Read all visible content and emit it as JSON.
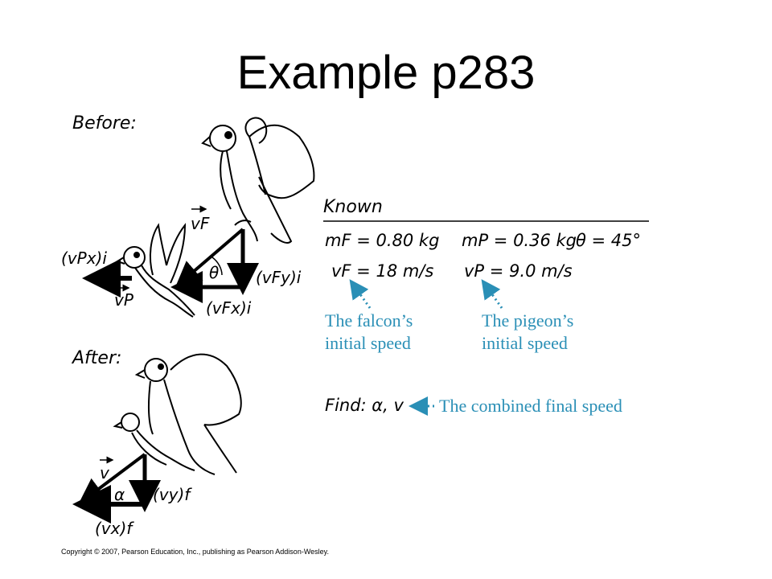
{
  "title": "Example p283",
  "labels": {
    "before": "Before:",
    "after": "After:",
    "known": "Known",
    "vpx_i": "(vPx)i",
    "vp": "vP",
    "vf": "vF",
    "theta": "θ",
    "vfy_i": "(vFy)i",
    "vfx_i": "(vFx)i",
    "v_after": "v",
    "alpha": "α",
    "vy_f": "(vy)f",
    "vx_f": "(vx)f",
    "mf": "mF = 0.80 kg",
    "mp": "mP = 0.36 kg",
    "theta_val": "θ = 45°",
    "vf_val": "vF = 18 m/s",
    "vp_val": "vP = 9.0 m/s",
    "find": "Find: α, v"
  },
  "callouts": {
    "falcon_line1": "The falcon’s",
    "falcon_line2": "initial speed",
    "pigeon_line1": "The pigeon’s",
    "pigeon_line2": "initial speed",
    "combined": "The combined final speed"
  },
  "copyright": "Copyright © 2007, Pearson Education, Inc., publishing as Pearson Addison-Wesley.",
  "colors": {
    "callout": "#2a8fb6",
    "ink": "#000000"
  }
}
